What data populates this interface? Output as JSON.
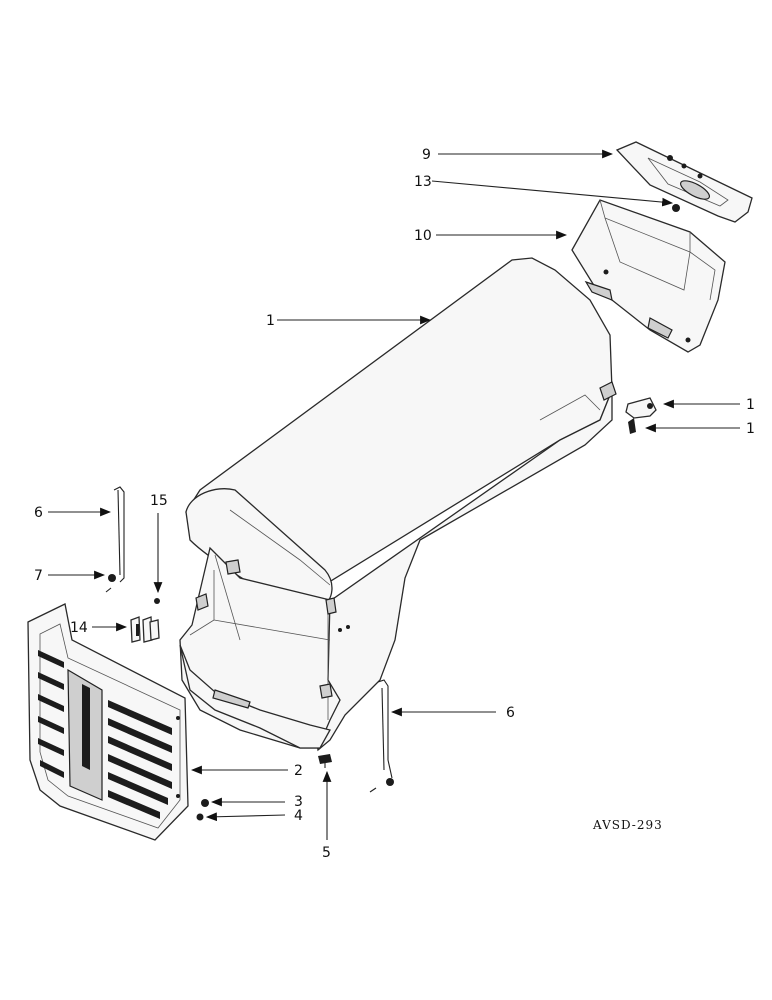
{
  "figure_code": "AVSD-293",
  "callouts": {
    "part_9": "9",
    "part_13": "13",
    "part_10": "10",
    "part_1_hood": "1",
    "part_1_latch": "1",
    "part_1_pin": "1",
    "part_15": "15",
    "part_6_left": "6",
    "part_7": "7",
    "part_14": "14",
    "part_6_right": "6",
    "part_2": "2",
    "part_3": "3",
    "part_4": "4",
    "part_5": "5"
  }
}
